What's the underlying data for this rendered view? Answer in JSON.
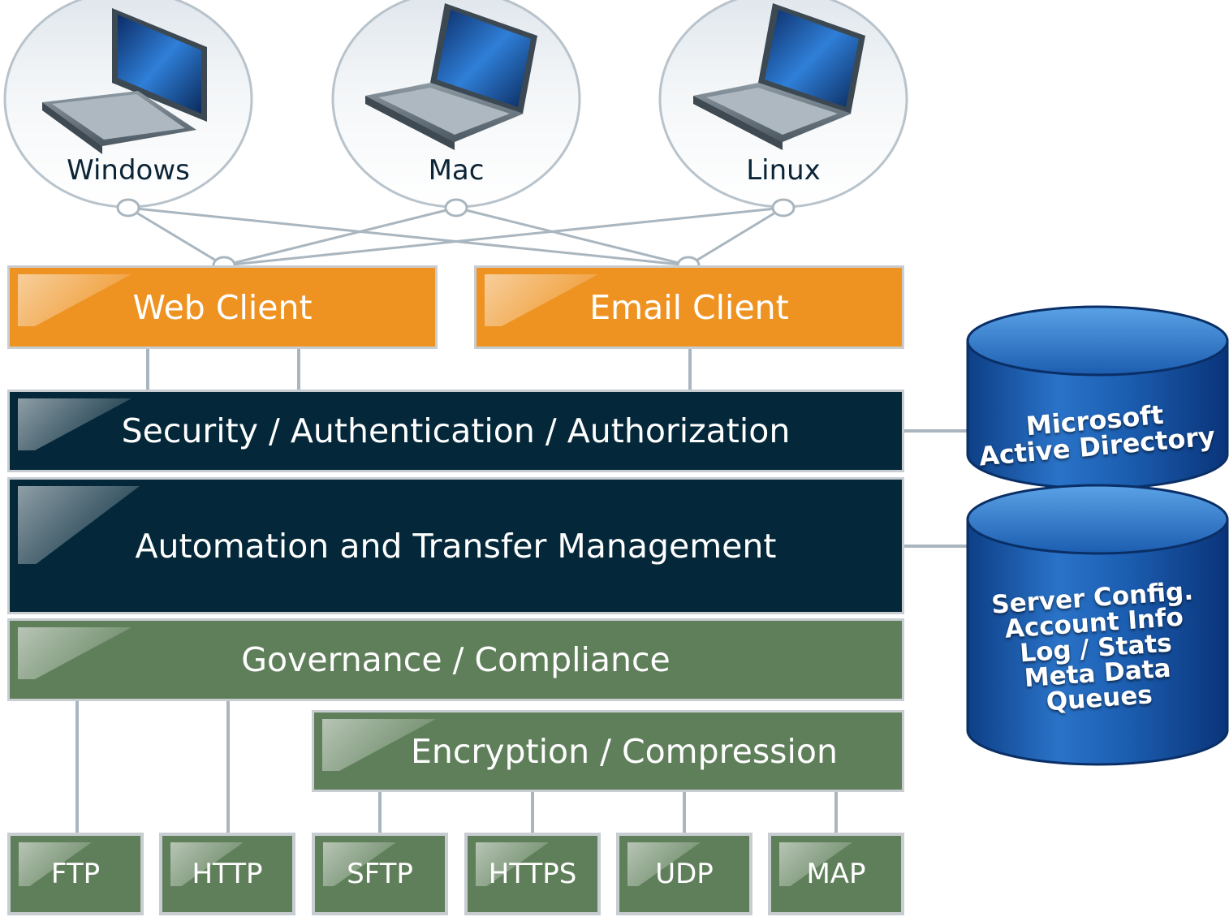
{
  "clients": [
    {
      "label": "Windows",
      "icon": "desktop-computer-icon"
    },
    {
      "label": "Mac",
      "icon": "laptop-icon"
    },
    {
      "label": "Linux",
      "icon": "laptop-icon"
    }
  ],
  "access": {
    "web_client": "Web Client",
    "email_client": "Email Client"
  },
  "layers": {
    "security": "Security / Authentication / Authorization",
    "automation": "Automation and Transfer Management",
    "governance": "Governance / Compliance",
    "encryption": "Encryption / Compression"
  },
  "protocols": [
    "FTP",
    "HTTP",
    "SFTP",
    "HTTPS",
    "UDP",
    "MAP"
  ],
  "databases": {
    "active_directory": [
      "Microsoft",
      "Active Directory"
    ],
    "server_db": [
      "Server Config.",
      "Account Info",
      "Log / Stats",
      "Meta Data",
      "Queues"
    ]
  },
  "colors": {
    "orange": "#ee9322",
    "dark": "#04283a",
    "green": "#5f7f5a",
    "db_blue": "#1a5fb4",
    "wire": "#aab6bf"
  }
}
